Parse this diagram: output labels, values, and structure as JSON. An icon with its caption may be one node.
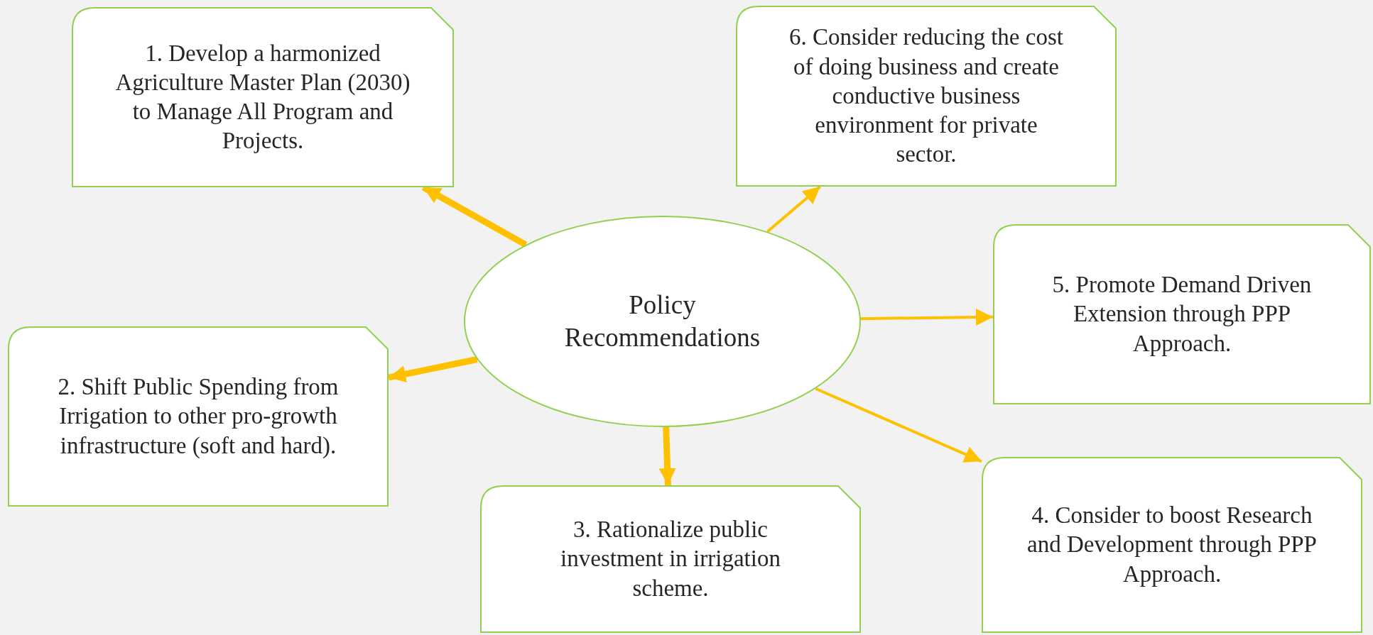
{
  "diagram": {
    "nodes": [
      {
        "text": [
          "Policy Recommendations"
        ]
      },
      {
        "text": [
          "1. Develop a harmonized Agriculture Master Plan (2030) to Manage All Program and Projects."
        ]
      },
      {
        "text": [
          "6. Consider reducing the cost of doing business and create conductive business environment for private sector."
        ]
      },
      {
        "text": [
          "5. Promote Demand Driven Extension through PPP Approach."
        ]
      },
      {
        "text": [
          "2. Shift Public Spending from Irrigation to other pro-growth infrastructure (soft and hard)."
        ]
      },
      {
        "text": [
          "3. Rationalize public investment in irrigation scheme."
        ]
      },
      {
        "text": [
          "4. Consider to boost Research and Development through PPP Approach."
        ]
      }
    ],
    "edges": [
      {
        "from": 0,
        "to": 1,
        "arrow": "to",
        "style": "thick"
      },
      {
        "from": 0,
        "to": 2,
        "arrow": "to"
      },
      {
        "from": 0,
        "to": 3,
        "arrow": "to"
      },
      {
        "from": 0,
        "to": 4,
        "arrow": "to",
        "style": "thick"
      },
      {
        "from": 0,
        "to": 5,
        "arrow": "to",
        "style": "thick"
      },
      {
        "from": 0,
        "to": 6,
        "arrow": "to"
      }
    ]
  }
}
